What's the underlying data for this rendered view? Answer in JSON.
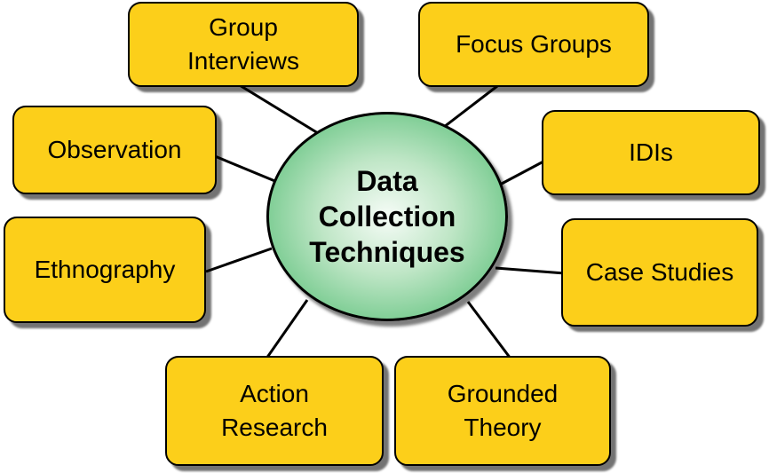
{
  "diagram": {
    "center": {
      "label": "Data\nCollection\nTechniques",
      "color": "#6cc585"
    },
    "nodes": [
      {
        "id": "group-interviews",
        "label": "Group\nInterviews"
      },
      {
        "id": "focus-groups",
        "label": "Focus Groups"
      },
      {
        "id": "observation",
        "label": "Observation"
      },
      {
        "id": "idis",
        "label": "IDIs"
      },
      {
        "id": "ethnography",
        "label": "Ethnography"
      },
      {
        "id": "case-studies",
        "label": "Case Studies"
      },
      {
        "id": "action-research",
        "label": "Action\nResearch"
      },
      {
        "id": "grounded-theory",
        "label": "Grounded\nTheory"
      }
    ],
    "node_color": "#fccf1a"
  }
}
